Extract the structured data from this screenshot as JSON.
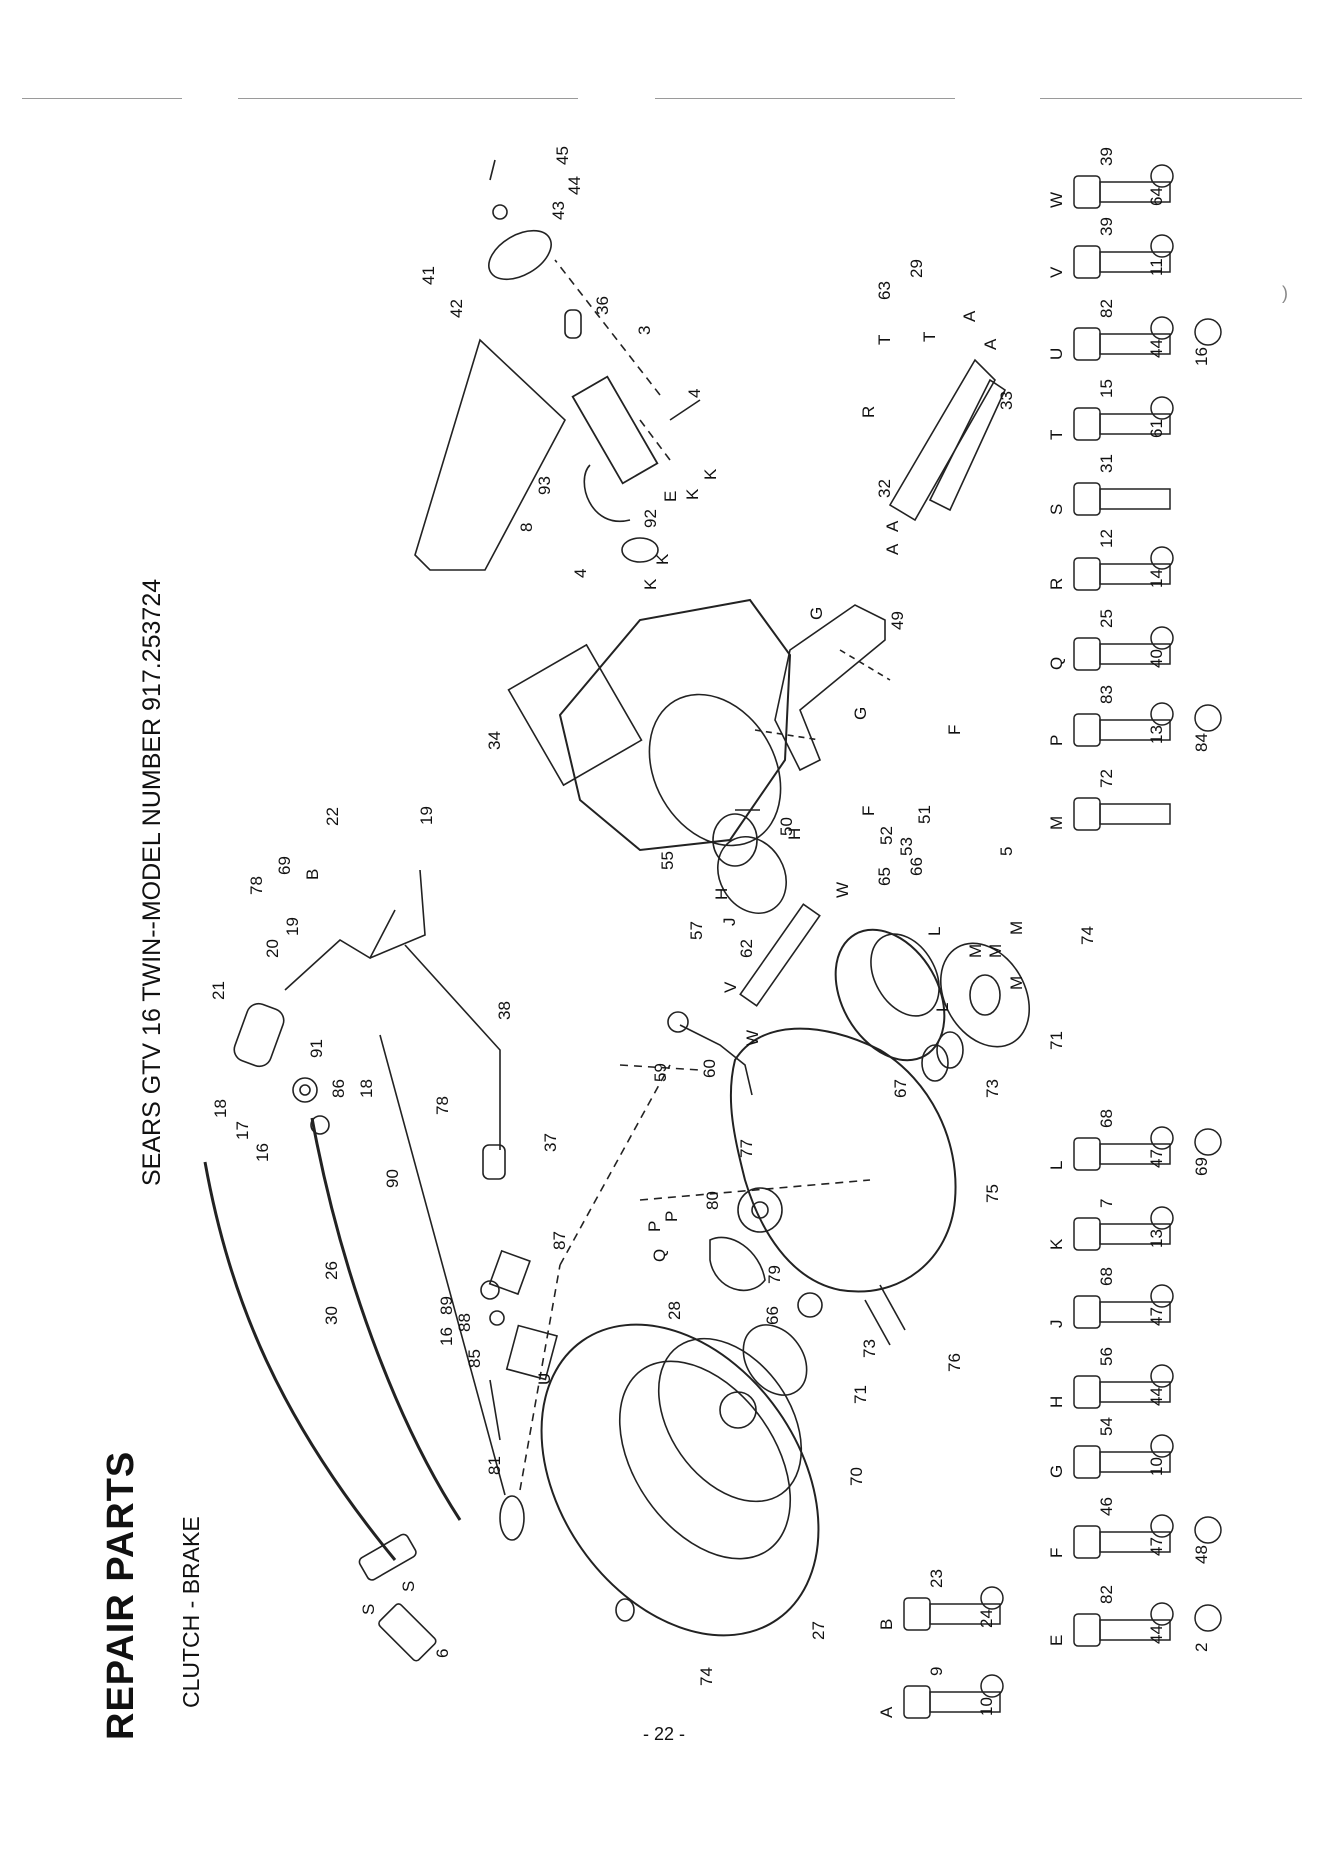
{
  "header": {
    "title": "REPAIR PARTS",
    "subtitle": "CLUTCH - BRAKE",
    "model": "SEARS GTV 16 TWIN--MODEL NUMBER 917.253724"
  },
  "footer": {
    "page": "- 22 -"
  },
  "stray_mark": ")",
  "callouts": {
    "c1": "6",
    "c2": "S",
    "c3": "S",
    "c4": "30",
    "c5": "26",
    "c6": "16",
    "c7": "17",
    "c8": "18",
    "c9": "21",
    "c10": "20",
    "c11": "19",
    "c12": "78",
    "c13": "69",
    "c14": "B",
    "c15": "22",
    "c16": "19",
    "c17": "91",
    "c18": "86",
    "c19": "18",
    "c20": "78",
    "c21": "38",
    "c22": "37",
    "c23": "90",
    "c24": "87",
    "c25": "89",
    "c26": "88",
    "c27": "16",
    "c28": "85",
    "c29": "81",
    "c30": "U",
    "c31": "74",
    "c32": "27",
    "c33": "70",
    "c34": "71",
    "c35": "28",
    "c36": "66",
    "c37": "79",
    "c38": "73",
    "c39": "76",
    "c40": "P",
    "c41": "P",
    "c42": "Q",
    "c43": "80",
    "c44": "77",
    "c45": "75",
    "c46": "73",
    "c47": "67",
    "c48": "59",
    "c49": "60",
    "c50": "W",
    "c51": "V",
    "c52": "62",
    "c53": "W",
    "c54": "65",
    "c55": "66",
    "c56": "L",
    "c57": "L",
    "c58": "M",
    "c59": "M",
    "c60": "M",
    "c61": "M",
    "c62": "74",
    "c63": "71",
    "c64": "5",
    "c65": "57",
    "c66": "J",
    "c67": "H",
    "c68": "55",
    "c69": "H",
    "c70": "50",
    "c71": "52",
    "c72": "53",
    "c73": "51",
    "c74": "34",
    "c75": "F",
    "c76": "G",
    "c77": "G",
    "c78": "F",
    "c79": "49",
    "c80": "4",
    "c81": "K",
    "c82": "K",
    "c83": "8",
    "c84": "93",
    "c85": "92",
    "c86": "E",
    "c87": "K",
    "c88": "K",
    "c89": "4",
    "c90": "3",
    "c91": "36",
    "c92": "42",
    "c93": "41",
    "c94": "43",
    "c95": "44",
    "c96": "45",
    "c97": "A",
    "c98": "A",
    "c99": "32",
    "c100": "R",
    "c101": "T",
    "c102": "63",
    "c103": "T",
    "c104": "29",
    "c105": "A",
    "c106": "A",
    "c107": "33"
  },
  "hardware": [
    {
      "letter": "A",
      "num1": "9",
      "num2": "10"
    },
    {
      "letter": "B",
      "num1": "23",
      "num2": "24"
    },
    {
      "letter": "E",
      "num1": "82",
      "num2": "44",
      "num3": "2"
    },
    {
      "letter": "F",
      "num1": "46",
      "num2": "47",
      "num3": "48"
    },
    {
      "letter": "G",
      "num1": "54",
      "num2": "10"
    },
    {
      "letter": "H",
      "num1": "56",
      "num2": "44"
    },
    {
      "letter": "J",
      "num1": "68",
      "num2": "47"
    },
    {
      "letter": "K",
      "num1": "7",
      "num2": "13"
    },
    {
      "letter": "L",
      "num1": "68",
      "num2": "47",
      "num3": "69"
    },
    {
      "letter": "M",
      "num1": "72"
    },
    {
      "letter": "P",
      "num1": "83",
      "num2": "13",
      "num3": "84"
    },
    {
      "letter": "Q",
      "num1": "25",
      "num2": "40"
    },
    {
      "letter": "R",
      "num1": "12",
      "num2": "14"
    },
    {
      "letter": "S",
      "num1": "31"
    },
    {
      "letter": "T",
      "num1": "15",
      "num2": "61"
    },
    {
      "letter": "U",
      "num1": "82",
      "num2": "44",
      "num3": "16"
    },
    {
      "letter": "V",
      "num1": "39",
      "num2": "11"
    },
    {
      "letter": "W",
      "num1": "39",
      "num2": "64"
    }
  ]
}
